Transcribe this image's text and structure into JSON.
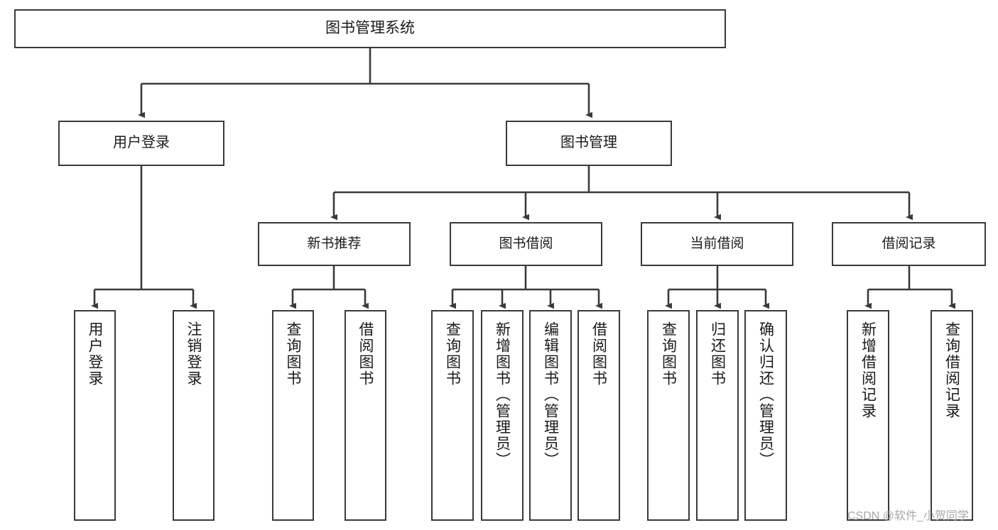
{
  "diagram": {
    "title": "图书管理系统",
    "type": "tree",
    "root": {
      "label": "图书管理系统"
    },
    "level1": [
      {
        "label": "用户登录"
      },
      {
        "label": "图书管理"
      }
    ],
    "level2": [
      {
        "label": "新书推荐"
      },
      {
        "label": "图书借阅"
      },
      {
        "label": "当前借阅"
      },
      {
        "label": "借阅记录"
      }
    ],
    "leaves": {
      "user_login": [
        {
          "label": "用户登录"
        },
        {
          "label": "注销登录"
        }
      ],
      "new_book_recommend": [
        {
          "label": "查询图书"
        },
        {
          "label": "借阅图书"
        }
      ],
      "book_borrow": [
        {
          "label": "查询图书"
        },
        {
          "label": "新增图书（管理员）"
        },
        {
          "label": "编辑图书（管理员）"
        },
        {
          "label": "借阅图书"
        }
      ],
      "current_borrow": [
        {
          "label": "查询图书"
        },
        {
          "label": "归还图书"
        },
        {
          "label": "确认归还（管理员）"
        }
      ],
      "borrow_record": [
        {
          "label": "新增借阅记录"
        },
        {
          "label": "查询借阅记录"
        }
      ]
    }
  },
  "watermark": {
    "text": "CSDN @软件_小贺同学"
  },
  "colors": {
    "stroke": "#3a3a3a",
    "fill": "#ffffff",
    "text": "#1a1a1a",
    "watermark": "#a8a8a8"
  }
}
